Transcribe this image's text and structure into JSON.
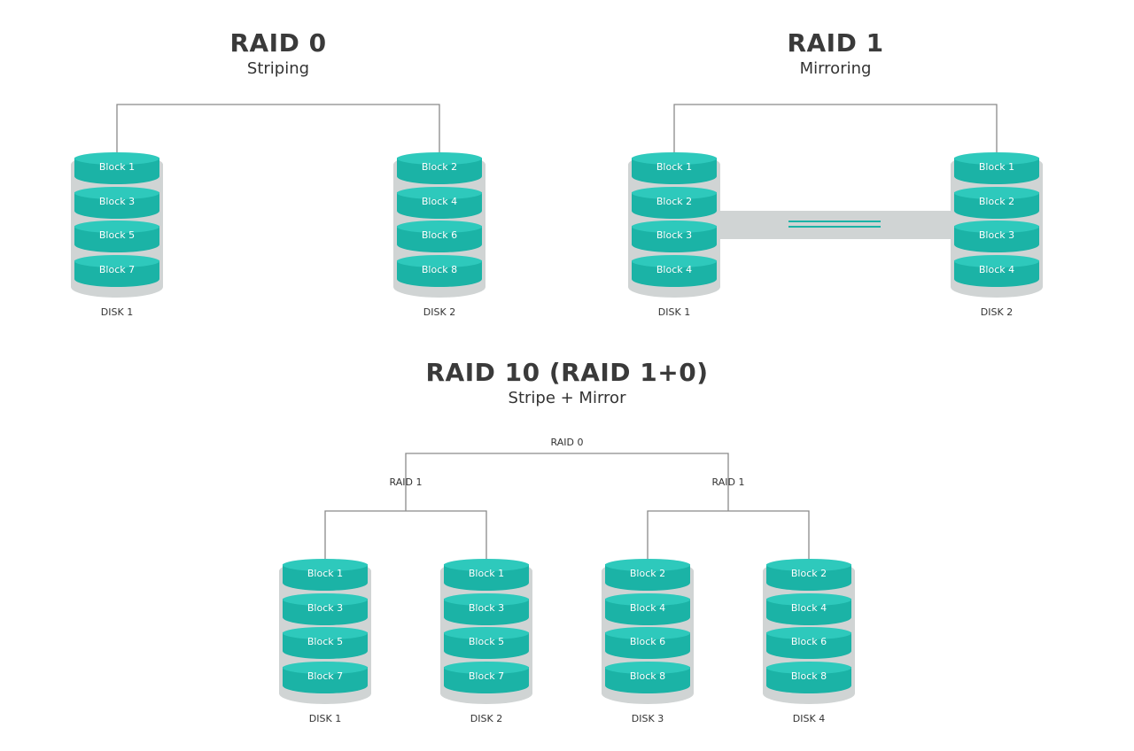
{
  "raid0": {
    "title": "RAID 0",
    "subtitle": "Striping",
    "disks": [
      {
        "label": "DISK 1",
        "blocks": [
          "Block 1",
          "Block 3",
          "Block 5",
          "Block 7"
        ]
      },
      {
        "label": "DISK 2",
        "blocks": [
          "Block 2",
          "Block 4",
          "Block 6",
          "Block 8"
        ]
      }
    ]
  },
  "raid1": {
    "title": "RAID 1",
    "subtitle": "Mirroring",
    "disks": [
      {
        "label": "DISK 1",
        "blocks": [
          "Block 1",
          "Block 2",
          "Block 3",
          "Block 4"
        ]
      },
      {
        "label": "DISK 2",
        "blocks": [
          "Block 1",
          "Block 2",
          "Block 3",
          "Block 4"
        ]
      }
    ]
  },
  "raid10": {
    "title": "RAID 10 (RAID 1+0)",
    "subtitle": "Stripe + Mirror",
    "top_label": "RAID 0",
    "group_labels": [
      "RAID 1",
      "RAID 1"
    ],
    "disks": [
      {
        "label": "DISK 1",
        "blocks": [
          "Block 1",
          "Block 3",
          "Block 5",
          "Block 7"
        ]
      },
      {
        "label": "DISK 2",
        "blocks": [
          "Block 1",
          "Block 3",
          "Block 5",
          "Block 7"
        ]
      },
      {
        "label": "DISK 3",
        "blocks": [
          "Block 2",
          "Block 4",
          "Block 6",
          "Block 8"
        ]
      },
      {
        "label": "DISK 4",
        "blocks": [
          "Block 2",
          "Block 4",
          "Block 6",
          "Block 8"
        ]
      }
    ]
  },
  "colors": {
    "block_side": "#1bb3a6",
    "block_top": "#2ec9bc",
    "disk_casing": "#d0d4d4",
    "connector": "#8a8a8a"
  }
}
